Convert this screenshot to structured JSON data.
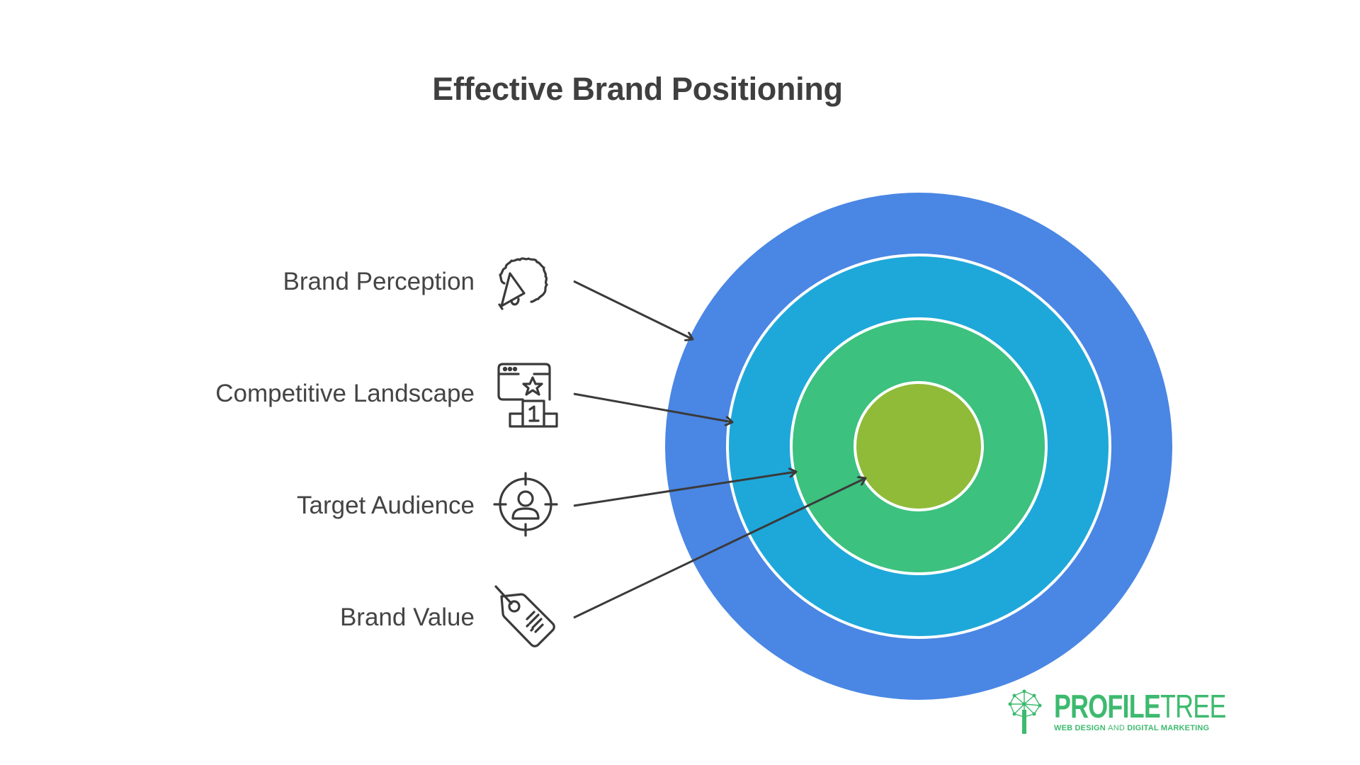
{
  "title": "Effective Brand Positioning",
  "items": [
    {
      "label": "Brand Perception",
      "icon": "megaphone-badge-icon",
      "ring": "outer"
    },
    {
      "label": "Competitive Landscape",
      "icon": "podium-window-star-icon",
      "ring": "second"
    },
    {
      "label": "Target Audience",
      "icon": "target-person-icon",
      "ring": "third"
    },
    {
      "label": "Brand Value",
      "icon": "price-tag-icon",
      "ring": "inner"
    }
  ],
  "rings": [
    {
      "name": "Brand Perception",
      "color": "#4a86e4"
    },
    {
      "name": "Competitive Landscape",
      "color": "#1ea8d9"
    },
    {
      "name": "Target Audience",
      "color": "#3cc17f"
    },
    {
      "name": "Brand Value",
      "color": "#90bb38"
    }
  ],
  "logo": {
    "word_bold": "PROFILE",
    "word_light": "TREE",
    "tagline_a": "WEB DESIGN ",
    "tagline_b": "AND ",
    "tagline_c": "DIGITAL MARKETING",
    "color": "#3dba6e"
  }
}
